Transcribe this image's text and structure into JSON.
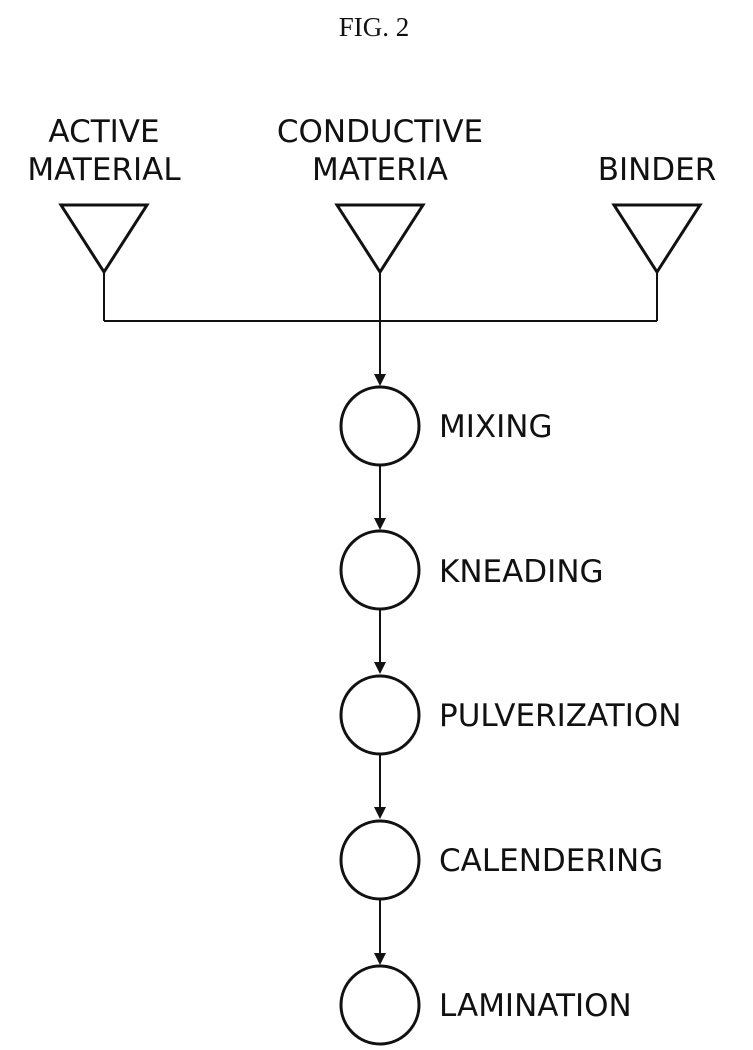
{
  "figure": {
    "title": "FIG. 2"
  },
  "inputs": [
    {
      "id": "active-material",
      "lines": [
        "ACTIVE",
        "MATERIAL"
      ]
    },
    {
      "id": "conductive-materia",
      "lines": [
        "CONDUCTIVE",
        "MATERIA"
      ]
    },
    {
      "id": "binder",
      "lines": [
        "BINDER"
      ]
    }
  ],
  "steps": [
    {
      "id": "mixing",
      "label": "MIXING"
    },
    {
      "id": "kneading",
      "label": "KNEADING"
    },
    {
      "id": "pulverization",
      "label": "PULVERIZATION"
    },
    {
      "id": "calendering",
      "label": "CALENDERING"
    },
    {
      "id": "lamination",
      "label": "LAMINATION"
    }
  ]
}
